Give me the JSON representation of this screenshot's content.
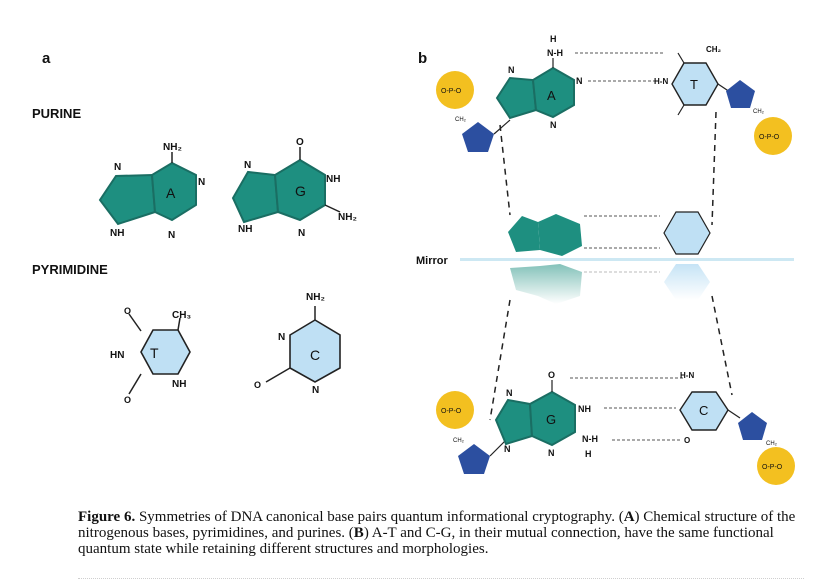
{
  "panel_a": {
    "label": "a",
    "purine_heading": "PURINE",
    "pyrimidine_heading": "PYRIMIDINE",
    "adenine": {
      "letter": "A",
      "nh2": "NH₂",
      "n1": "N",
      "n2": "N",
      "n3": "NH",
      "n4": "N"
    },
    "guanine": {
      "letter": "G",
      "o": "O",
      "n1": "N",
      "nh_top": "NH",
      "nh_left": "NH",
      "n_bottom": "N",
      "nh2": "NH₂"
    },
    "thymine": {
      "letter": "T",
      "ch3": "CH₃",
      "hn": "HN",
      "nh": "NH"
    },
    "cytosine": {
      "letter": "C",
      "nh2": "NH₂",
      "n_left": "N",
      "n_bottom": "N"
    }
  },
  "panel_b": {
    "label": "b",
    "mirror_label": "Mirror",
    "top_pair": {
      "a_letter": "A",
      "t_letter": "T",
      "nh": "N-H",
      "h": "H",
      "hn": "H-N",
      "ch2": "CH₂",
      "n": "N",
      "ch2_sugar": "CH₂",
      "ch2_sugar_right": "CH₂"
    },
    "bottom_pair": {
      "g_letter": "G",
      "c_letter": "C",
      "nh": "NH",
      "nh_bottom": "N-H",
      "h": "H",
      "hn": "H-N",
      "o": "O",
      "n": "N",
      "ch2_sugar": "CH₂",
      "ch2_sugar_right": "CH₂"
    },
    "phosphate": "O-P-O"
  },
  "caption": {
    "figure_label": "Figure 6.",
    "text_1": " Symmetries of DNA canonical base pairs quantum informational cryptography. (",
    "hl_a": "A",
    "text_2": ") Chemical structure of the nitrogenous bases, pyrimidines, and purines. (",
    "hl_b": "B",
    "text_3": ") A-T and C-G, in their mutual connection, have the same functional quantum state while retaining different structures and morphologies."
  },
  "colors": {
    "purine": "#1e8f80",
    "pyrimidine": "#bfe0f4",
    "sugar": "#2c4fa0",
    "phosphate": "#f3c020",
    "mirror": "#cde8f3"
  }
}
